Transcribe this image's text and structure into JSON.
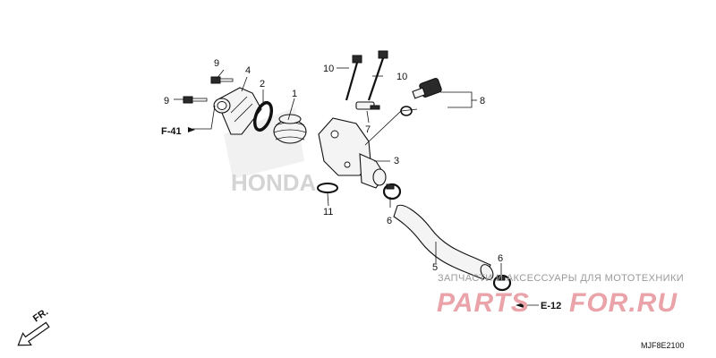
{
  "diagram_code": "MJF8E2100",
  "callouts": {
    "c1": "1",
    "c2": "2",
    "c3": "3",
    "c4": "4",
    "c5": "5",
    "c6a": "6",
    "c6b": "6",
    "c7": "7",
    "c8": "8",
    "c9a": "9",
    "c9b": "9",
    "c10a": "10",
    "c10b": "10",
    "c11": "11"
  },
  "references": {
    "f41": "F-41",
    "e12": "E-12",
    "front": "FR."
  },
  "watermark": {
    "shop_text": "ЗАПЧАСТИ И АКСЕССУАРЫ ДЛЯ МОТОТЕХНИКИ",
    "brand_left": "PARTS",
    "brand_right": "FOR.RU",
    "background_logo": "HONDA"
  },
  "colors": {
    "line": "#111111",
    "watermark_red": "#e9a3a9",
    "watermark_grey": "#9a9a9a",
    "logo_grey": "#d8d8d8"
  }
}
